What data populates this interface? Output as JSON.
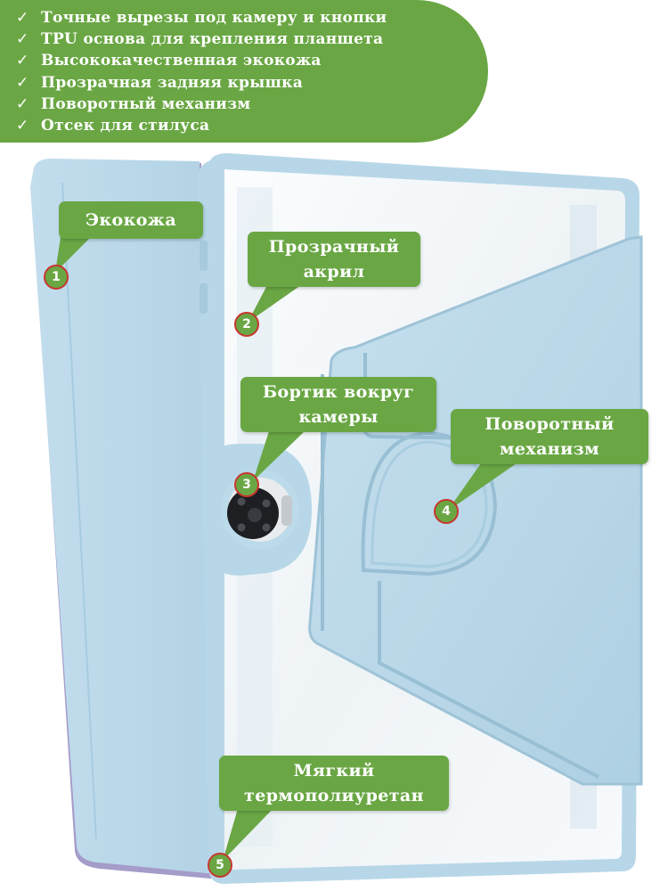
{
  "features": [
    {
      "check": "✓",
      "text": "Точные вырезы под камеру и кнопки"
    },
    {
      "check": "✓",
      "text": "TPU основа для крепления планшета"
    },
    {
      "check": "✓",
      "text": "Высококачественная экокожа"
    },
    {
      "check": "✓",
      "text": "Прозрачная задняя крышка"
    },
    {
      "check": "✓",
      "text": "Поворотный механизм"
    },
    {
      "check": "✓",
      "text": "Отсек для стилуса"
    }
  ],
  "callouts": [
    {
      "number": "1",
      "lines": [
        "Экокожа"
      ]
    },
    {
      "number": "2",
      "lines": [
        "Прозрачный",
        "акрил"
      ]
    },
    {
      "number": "3",
      "lines": [
        "Бортик вокруг",
        "камеры"
      ]
    },
    {
      "number": "4",
      "lines": [
        "Поворотный",
        "механизм"
      ]
    },
    {
      "number": "5",
      "lines": [
        "Мягкий",
        "термополиуретан"
      ]
    }
  ],
  "colors": {
    "accent_green": "#6aa744",
    "badge_ring": "#c8362f",
    "case_blue": "#b9d9ea",
    "case_shadow": "#9fc4d8"
  }
}
